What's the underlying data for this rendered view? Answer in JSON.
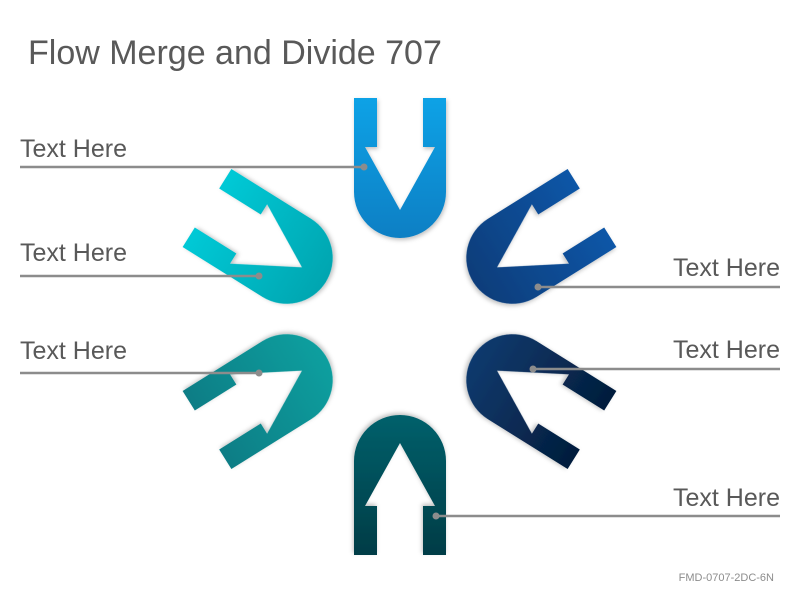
{
  "title": "Flow Merge and Divide 707",
  "code": "FMD-0707-2DC-6N",
  "labels": {
    "left_1": "Text Here",
    "left_2": "Text Here",
    "left_3": "Text Here",
    "right_1": "Text Here",
    "right_2": "Text Here",
    "right_3": "Text Here"
  },
  "colors": {
    "arrow_top": [
      "#0aa2e6",
      "#0b7fc4"
    ],
    "arrow_upper_left": [
      "#05c9d6",
      "#06a5b0"
    ],
    "arrow_lower_left": [
      "#0c7d85",
      "#0a9f9f"
    ],
    "arrow_bottom": [
      "#013c46",
      "#06606b"
    ],
    "arrow_upper_right": [
      "#0a56a7",
      "#0a3d7a"
    ],
    "arrow_lower_right": [
      "#041d3c",
      "#0d3a6e"
    ],
    "connector_line": "#8c8c8c",
    "connector_dot": "#8c8c8c",
    "label_text": "#595959"
  }
}
